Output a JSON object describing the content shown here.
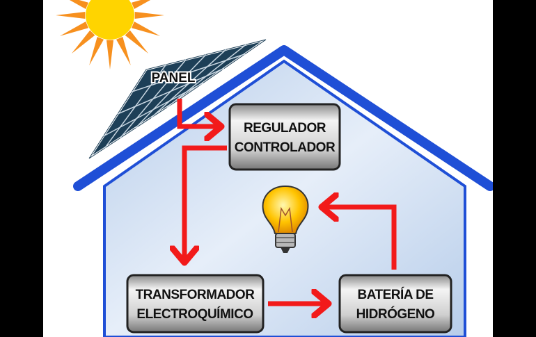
{
  "labels": {
    "panel": "PANEL",
    "regulador": [
      "REGULADOR",
      "CONTROLADOR"
    ],
    "transformador": [
      "TRANSFORMADOR",
      "ELECTROQUÍMICO"
    ],
    "bateria": [
      "BATERÍA DE",
      "HIDRÓGENO"
    ]
  },
  "colors": {
    "roof": "#1f4fd6",
    "wall": "#c9daf0",
    "arrow": "#f21a1a",
    "sun": "#ffd400",
    "rays": "#f7901e",
    "panel": "#1d3f57"
  }
}
